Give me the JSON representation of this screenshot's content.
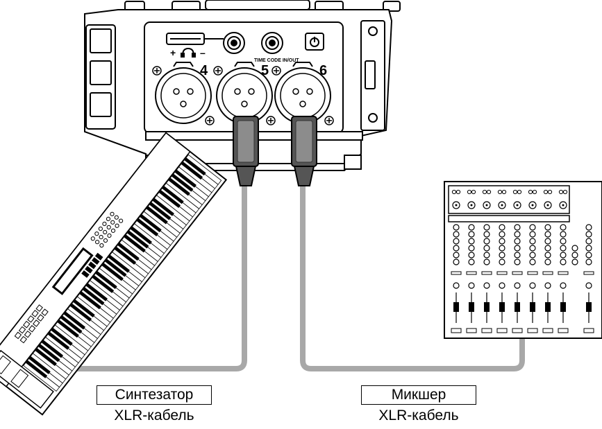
{
  "recorder": {
    "input_numbers": [
      "4",
      "5",
      "6"
    ],
    "timecode_label": "TIME CODE IN/OUT",
    "headphone_plus": "+",
    "headphone_minus": "–"
  },
  "connections": [
    {
      "device": "Синтезатор",
      "cable": "XLR-кабель"
    },
    {
      "device": "Микшер",
      "cable": "XLR-кабель"
    }
  ],
  "colors": {
    "cable": "#a8a8a8",
    "plug_dark": "#555555",
    "plug_light": "#8c8c8c",
    "line": "#000000"
  }
}
